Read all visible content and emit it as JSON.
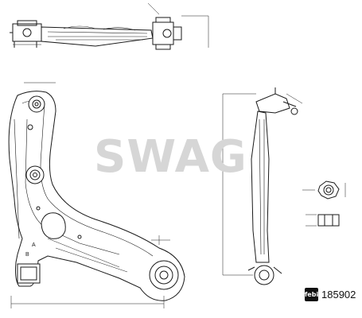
{
  "watermark": {
    "text": "SWAG"
  },
  "part": {
    "number": "185902",
    "logo_text": "febi"
  },
  "labels": {
    "a": "A",
    "b": "B"
  },
  "colors": {
    "line": "#1a1a1a",
    "fill": "#ffffff",
    "watermark": "#d6d6d6",
    "badge": "#111111"
  }
}
